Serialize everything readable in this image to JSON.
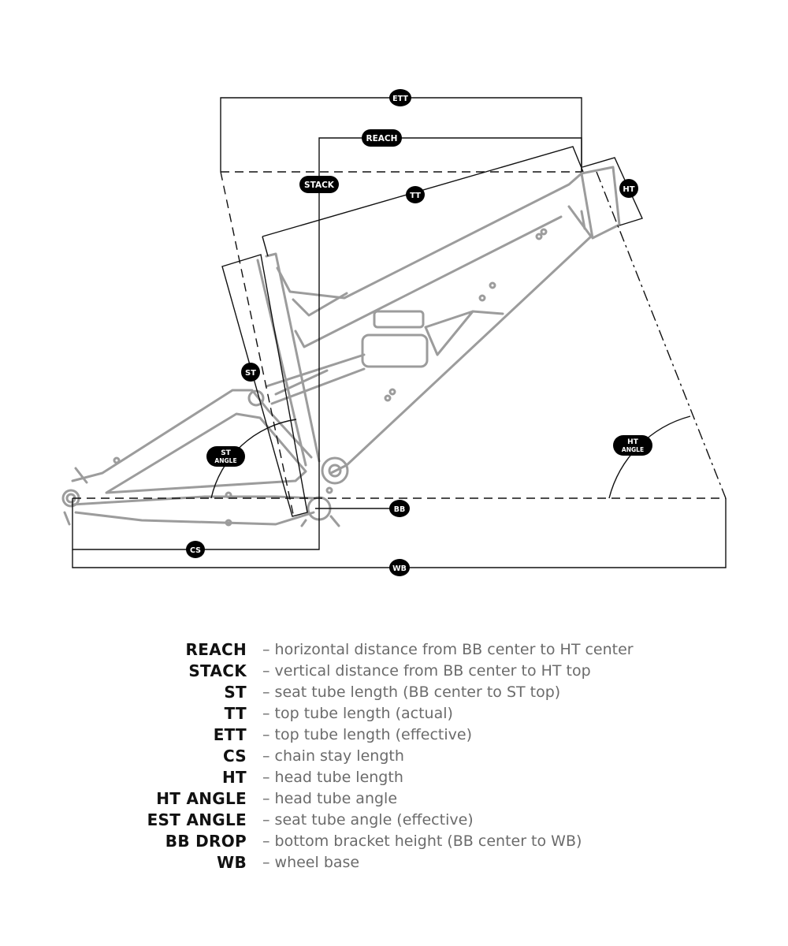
{
  "colors": {
    "frame": "#9c9c9c",
    "line": "#111111",
    "pill": "#000000",
    "pill_text": "#ffffff",
    "desc": "#6b6b6b"
  },
  "labels": {
    "ett": "ETT",
    "reach": "REACH",
    "stack": "STACK",
    "tt": "TT",
    "ht": "HT",
    "st": "ST",
    "st_angle_top": "ST",
    "st_angle_bottom": "ANGLE",
    "ht_angle_top": "HT",
    "ht_angle_bottom": "ANGLE",
    "bb": "BB",
    "cs": "CS",
    "wb": "WB"
  },
  "legend": [
    {
      "term": "REACH",
      "desc": "– horizontal distance from BB center to HT center"
    },
    {
      "term": "STACK",
      "desc": "– vertical distance from BB center to HT top"
    },
    {
      "term": "ST",
      "desc": "– seat tube length (BB center to ST top)"
    },
    {
      "term": "TT",
      "desc": "– top tube length (actual)"
    },
    {
      "term": "ETT",
      "desc": "– top tube length (effective)"
    },
    {
      "term": "CS",
      "desc": "– chain stay length"
    },
    {
      "term": "HT",
      "desc": "– head tube length"
    },
    {
      "term": "HT ANGLE",
      "desc": "– head tube angle"
    },
    {
      "term": "EST ANGLE",
      "desc": "– seat tube angle (effective)"
    },
    {
      "term": "BB DROP",
      "desc": "– bottom bracket height (BB center to WB)"
    },
    {
      "term": "WB",
      "desc": "– wheel base"
    }
  ]
}
